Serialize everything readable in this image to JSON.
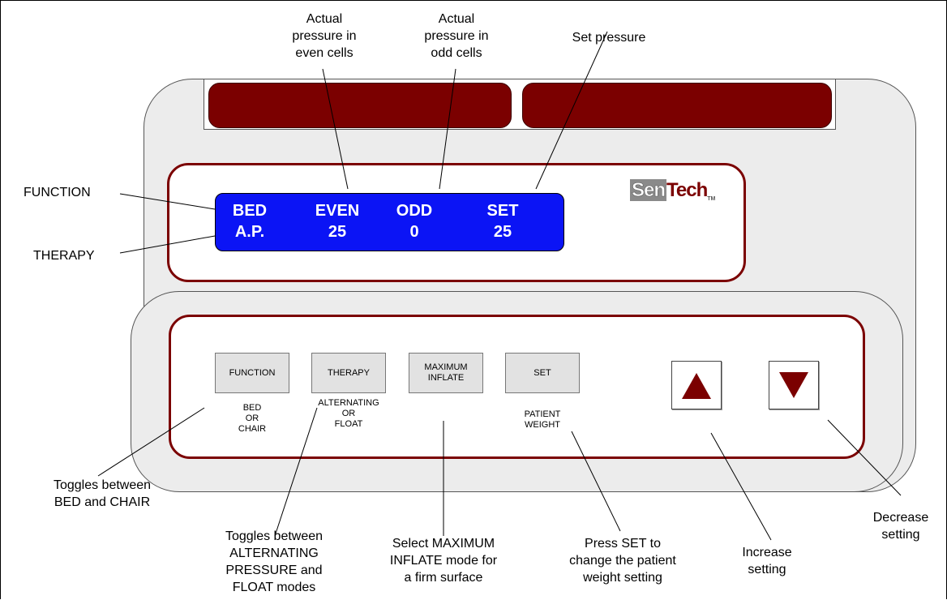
{
  "display": {
    "rows": [
      [
        "BED",
        "EVEN",
        "ODD",
        "SET"
      ],
      [
        "A.P.",
        "25",
        "0",
        "25"
      ]
    ],
    "logo": {
      "sen": "Sen",
      "tech": "Tech",
      "tm": "TM"
    }
  },
  "buttons": {
    "function": "FUNCTION",
    "therapy": "THERAPY",
    "maximum_inflate": [
      "MAXIMUM",
      "INFLATE"
    ],
    "set": "SET",
    "increase_icon": "triangle-up",
    "decrease_icon": "triangle-down"
  },
  "button_sublabels": {
    "function": [
      "BED",
      "OR",
      "CHAIR"
    ],
    "therapy": [
      "ALTERNATING",
      "OR",
      "FLOAT"
    ],
    "set": [
      "PATIENT",
      "WEIGHT"
    ]
  },
  "callouts": {
    "actual_even": [
      "Actual",
      "pressure in",
      "even cells"
    ],
    "actual_odd": [
      "Actual",
      "pressure in",
      "odd cells"
    ],
    "set_pressure": [
      "Set pressure"
    ],
    "function": [
      "FUNCTION"
    ],
    "therapy": [
      "THERAPY"
    ],
    "toggle_bed_chair": [
      "Toggles between",
      "BED and CHAIR"
    ],
    "toggle_therapy": [
      "Toggles between",
      "ALTERNATING",
      "PRESSURE and",
      "FLOAT modes"
    ],
    "max_inflate": [
      "Select MAXIMUM",
      "INFLATE mode for",
      "a firm surface"
    ],
    "press_set": [
      "Press SET to",
      "change the patient",
      "weight setting"
    ],
    "increase": [
      "Increase",
      "setting"
    ],
    "decrease": [
      "Decrease",
      "setting"
    ]
  },
  "colors": {
    "lamp": "#7b0000",
    "panel_border": "#7b0000",
    "lcd_background": "#0b14f5",
    "lcd_text": "#ffffff",
    "arrow": "#7b0000",
    "housing": "#ececec"
  }
}
